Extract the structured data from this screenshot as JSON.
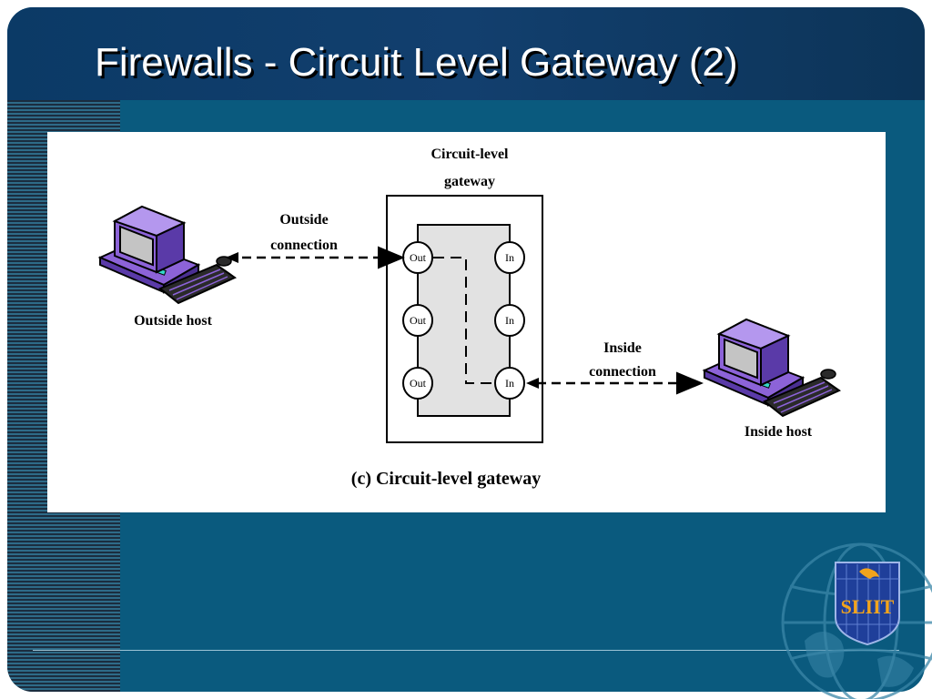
{
  "slide": {
    "title": "Firewalls - Circuit Level Gateway (2)"
  },
  "diagram": {
    "gateway_label": [
      "Circuit-level",
      "gateway"
    ],
    "outside_connection_label": [
      "Outside",
      "connection"
    ],
    "inside_connection_label": [
      "Inside",
      "connection"
    ],
    "outside_host_label": "Outside host",
    "inside_host_label": "Inside host",
    "out_ports": [
      "Out",
      "Out",
      "Out"
    ],
    "in_ports": [
      "In",
      "In",
      "In"
    ],
    "caption": "(c) Circuit-level gateway"
  },
  "logo": {
    "text": "SLIIT"
  },
  "colors": {
    "title_band": "#0b3a66",
    "slide_body": "#0a5a7e",
    "computer": "#8c63d8",
    "logo_bg": "#1f3f9a",
    "logo_text": "#f2a41c"
  }
}
